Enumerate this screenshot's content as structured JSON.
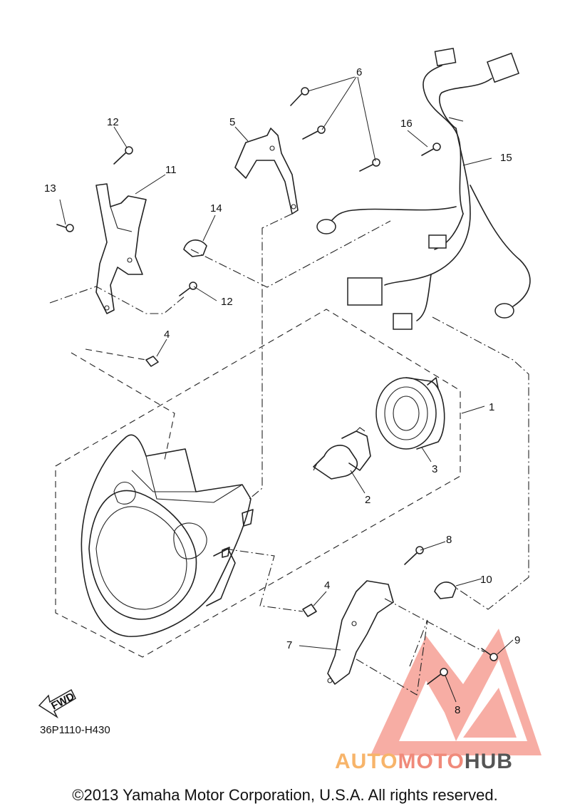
{
  "callouts": {
    "n1": "1",
    "n2": "2",
    "n3": "3",
    "n4a": "4",
    "n4b": "4",
    "n5": "5",
    "n6": "6",
    "n7": "7",
    "n8a": "8",
    "n8b": "8",
    "n9": "9",
    "n10": "10",
    "n11": "11",
    "n12a": "12",
    "n12b": "12",
    "n13": "13",
    "n14": "14",
    "n15": "15",
    "n16": "16"
  },
  "fwd_label": "FWD",
  "diagram_code": "36P1110-H430",
  "copyright": "©2013 Yamaha Motor Corporation, U.S.A. All rights reserved.",
  "watermark": {
    "part1": "AUTO",
    "part2": "MOTO",
    "part3": "HUB"
  },
  "colors": {
    "line": "#222222",
    "watermark_red": "#f08a7a",
    "watermark_orange": "#f7b46a",
    "watermark_gray": "#555555"
  }
}
